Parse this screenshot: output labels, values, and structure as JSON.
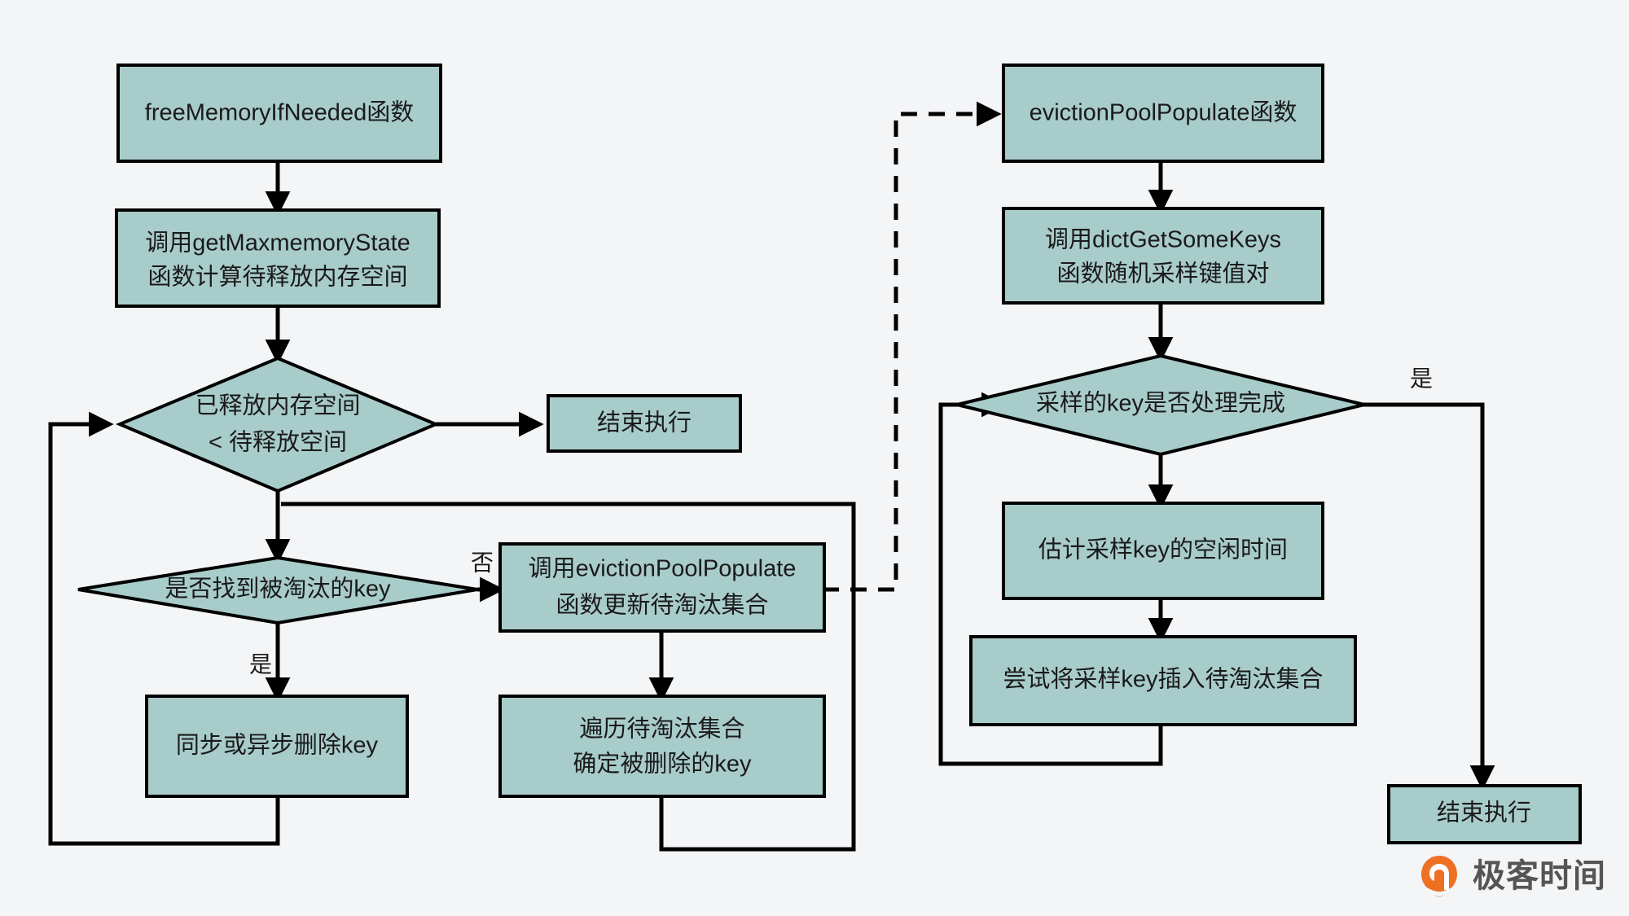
{
  "diagram": {
    "title": "Redis freeMemoryIfNeeded / evictionPoolPopulate flowchart",
    "background_color": "#f4f5f7",
    "node_fill": "#a8ccca",
    "node_stroke": "#000000",
    "left_flow": {
      "n1": {
        "line1": "freeMemoryIfNeeded函数"
      },
      "n2": {
        "line1": "调用getMaxmemoryState",
        "line2": "函数计算待释放内存空间"
      },
      "d1": {
        "line1": "已释放内存空间",
        "line2": "< 待释放空间"
      },
      "n3": {
        "line1": "结束执行"
      },
      "d2": {
        "line1": "是否找到被淘汰的key"
      },
      "n4": {
        "line1": "调用evictionPoolPopulate",
        "line2": "函数更新待淘汰集合"
      },
      "n5": {
        "line1": "同步或异步删除key"
      },
      "n6": {
        "line1": "遍历待淘汰集合",
        "line2": "确定被删除的key"
      }
    },
    "right_flow": {
      "r1": {
        "line1": "evictionPoolPopulate函数"
      },
      "r2": {
        "line1": "调用dictGetSomeKeys",
        "line2": "函数随机采样键值对"
      },
      "rd1": {
        "line1": "采样的key是否处理完成"
      },
      "r3": {
        "line1": "估计采样key的空闲时间"
      },
      "r4": {
        "line1": "尝试将采样key插入待淘汰集合"
      },
      "r5": {
        "line1": "结束执行"
      }
    },
    "edge_labels": {
      "d2_no": "否",
      "d2_yes": "是",
      "rd1_yes": "是"
    }
  },
  "watermark": {
    "brand_text": "极客时间",
    "logo_icon": "geek-time-logo-icon",
    "logo_color_outer": "#ee7023",
    "logo_color_inner": "#ffffff",
    "text_color": "#555555"
  }
}
